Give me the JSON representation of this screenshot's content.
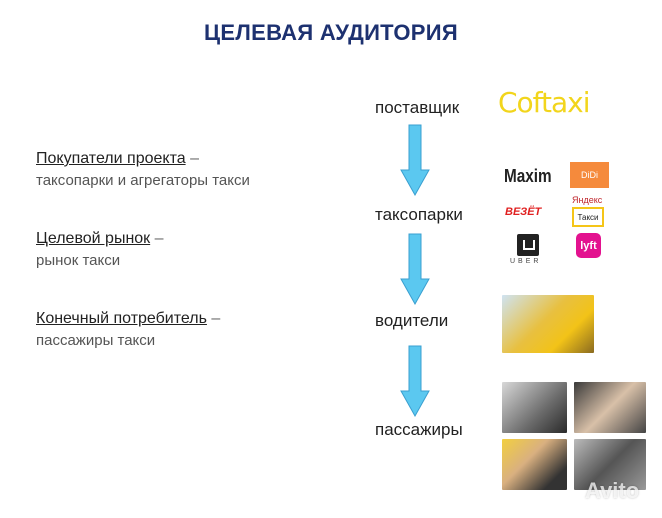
{
  "title": "ЦЕЛЕВАЯ АУДИТОРИЯ",
  "segments": [
    {
      "heading": "Покупатели проекта",
      "dash": "–",
      "description": "таксопарки и агрегаторы такси"
    },
    {
      "heading": "Целевой рынок",
      "dash": "–",
      "description": "рынок такси"
    },
    {
      "heading": "Конечный потребитель",
      "dash": "–",
      "description": "пассажиры такси"
    }
  ],
  "stages": [
    "поставщик",
    "таксопарки",
    "водители",
    "пассажиры"
  ],
  "logos": {
    "coftaxi": "Coftaxi",
    "maxim": "Maxim",
    "didi": "DiDi",
    "vezet": "ВЕЗЁТ",
    "yandex_top": "Яндекс",
    "yandex_bottom": "Такси",
    "uber": "UBER",
    "lyft": "lyft"
  },
  "watermark": "Avito",
  "colors": {
    "title": "#1d3170",
    "arrow": "#5bc8f0",
    "coftaxi": "#f2d51c",
    "didi": "#f58a3c",
    "lyft": "#e3128f",
    "vezet": "#e02020"
  }
}
